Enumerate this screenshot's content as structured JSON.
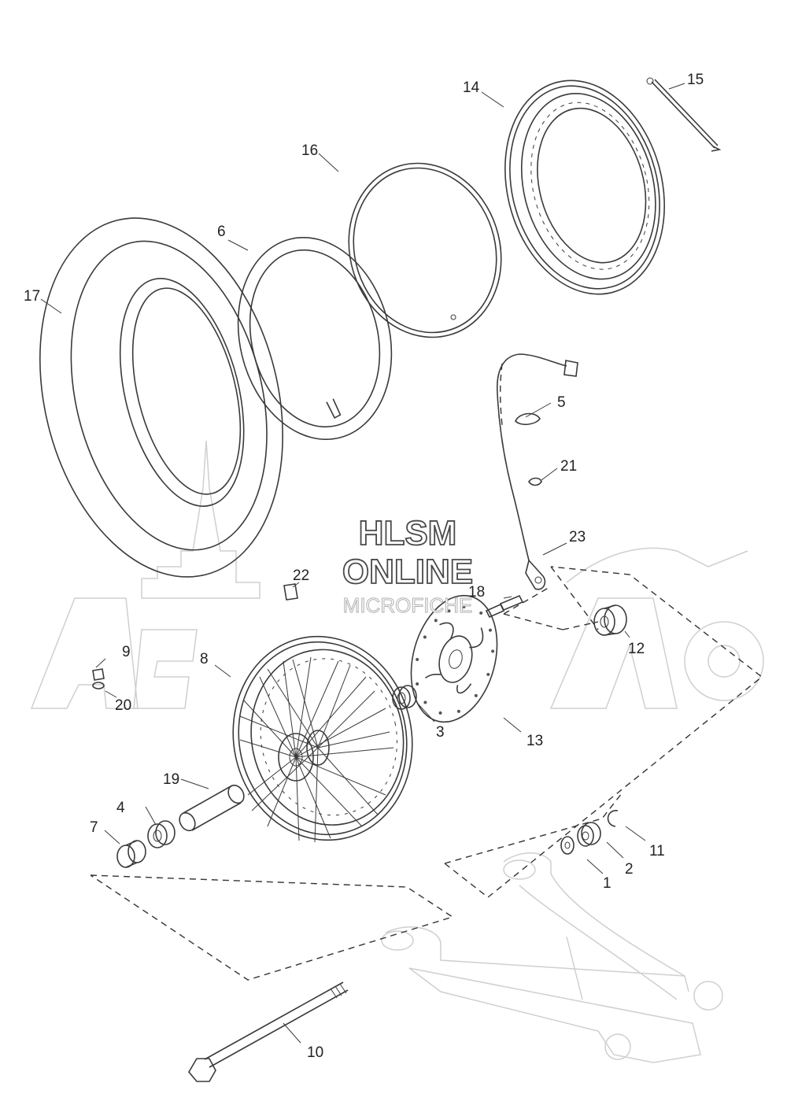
{
  "watermark": {
    "line1": "HLSM",
    "line2": "ONLINE",
    "line3": "MICROFICHE"
  },
  "callouts": [
    {
      "id": "1"
    },
    {
      "id": "2"
    },
    {
      "id": "3"
    },
    {
      "id": "4"
    },
    {
      "id": "5"
    },
    {
      "id": "6"
    },
    {
      "id": "7"
    },
    {
      "id": "8"
    },
    {
      "id": "9"
    },
    {
      "id": "10"
    },
    {
      "id": "11"
    },
    {
      "id": "12"
    },
    {
      "id": "13"
    },
    {
      "id": "14"
    },
    {
      "id": "15"
    },
    {
      "id": "16"
    },
    {
      "id": "17"
    },
    {
      "id": "18"
    },
    {
      "id": "19"
    },
    {
      "id": "20"
    },
    {
      "id": "21"
    },
    {
      "id": "22"
    },
    {
      "id": "23"
    }
  ]
}
